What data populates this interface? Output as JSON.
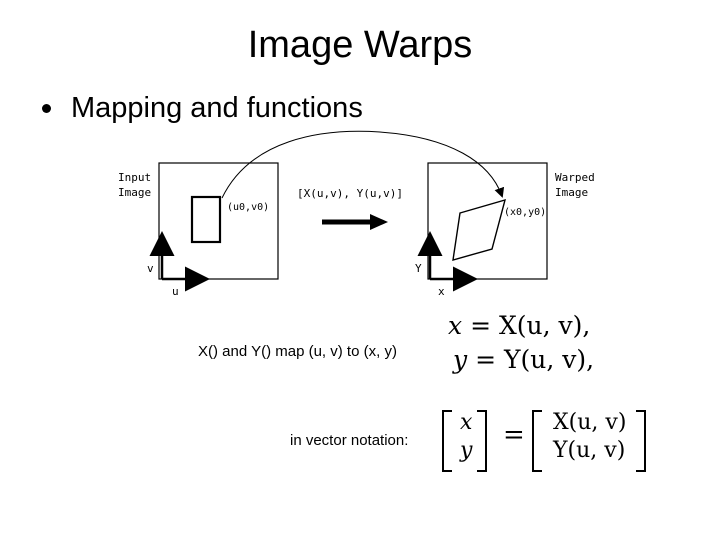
{
  "slide": {
    "title": "Image Warps",
    "bullet": "Mapping and functions"
  },
  "diagram": {
    "input_label_1": "Input",
    "input_label_2": "Image",
    "warped_label_1": "Warped",
    "warped_label_2": "Image",
    "mapping_label": "[X(u,v), Y(u,v)]",
    "source_point": "(u0,v0)",
    "target_point": "(x0,y0)",
    "axis_v": "v",
    "axis_u": "u",
    "axis_y": "Y",
    "axis_x": "x"
  },
  "captions": {
    "map_text": "X() and Y() map (u, v) to (x, y)",
    "vector_text": "in vector notation:"
  },
  "equations": {
    "eq1_lhs": "x",
    "eq1_rhs": "X(u, v),",
    "eq2_lhs": "y",
    "eq2_rhs": "Y(u, v),",
    "vec_top": "x",
    "vec_bottom": "y",
    "vec_rhs_top": "X(u, v)",
    "vec_rhs_bottom": "Y(u, v)",
    "equals": "="
  }
}
